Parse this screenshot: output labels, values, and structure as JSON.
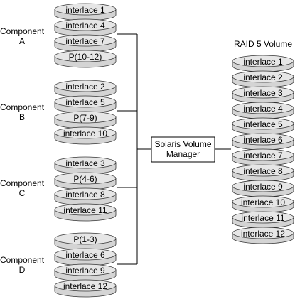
{
  "components": [
    {
      "name_line1": "Component",
      "name_line2": "A",
      "disks": [
        "interlace 1",
        "interlace 4",
        "interlace 7",
        "P(10-12)"
      ]
    },
    {
      "name_line1": "Component",
      "name_line2": "B",
      "disks": [
        "interlace 2",
        "interlace 5",
        "P(7-9)",
        "interlace 10"
      ]
    },
    {
      "name_line1": "Component",
      "name_line2": "C",
      "disks": [
        "interlace 3",
        "P(4-6)",
        "interlace 8",
        "interlace 11"
      ]
    },
    {
      "name_line1": "Component",
      "name_line2": "D",
      "disks": [
        "P(1-3)",
        "interlace 6",
        "interlace 9",
        "interlace 12"
      ]
    }
  ],
  "manager": {
    "line1": "Solaris Volume",
    "line2": "Manager"
  },
  "volume": {
    "title": "RAID 5 Volume",
    "disks": [
      "interlace 1",
      "interlace 2",
      "interlace 3",
      "interlace 4",
      "interlace 5",
      "interlace 6",
      "interlace 7",
      "interlace 8",
      "interlace 9",
      "interlace 10",
      "interlace 11",
      "interlace 12"
    ]
  },
  "colors": {
    "disk_fill": "#d4d4d4",
    "disk_top": "#e6e6e6",
    "disk_edge": "#333333",
    "line": "#000000"
  }
}
